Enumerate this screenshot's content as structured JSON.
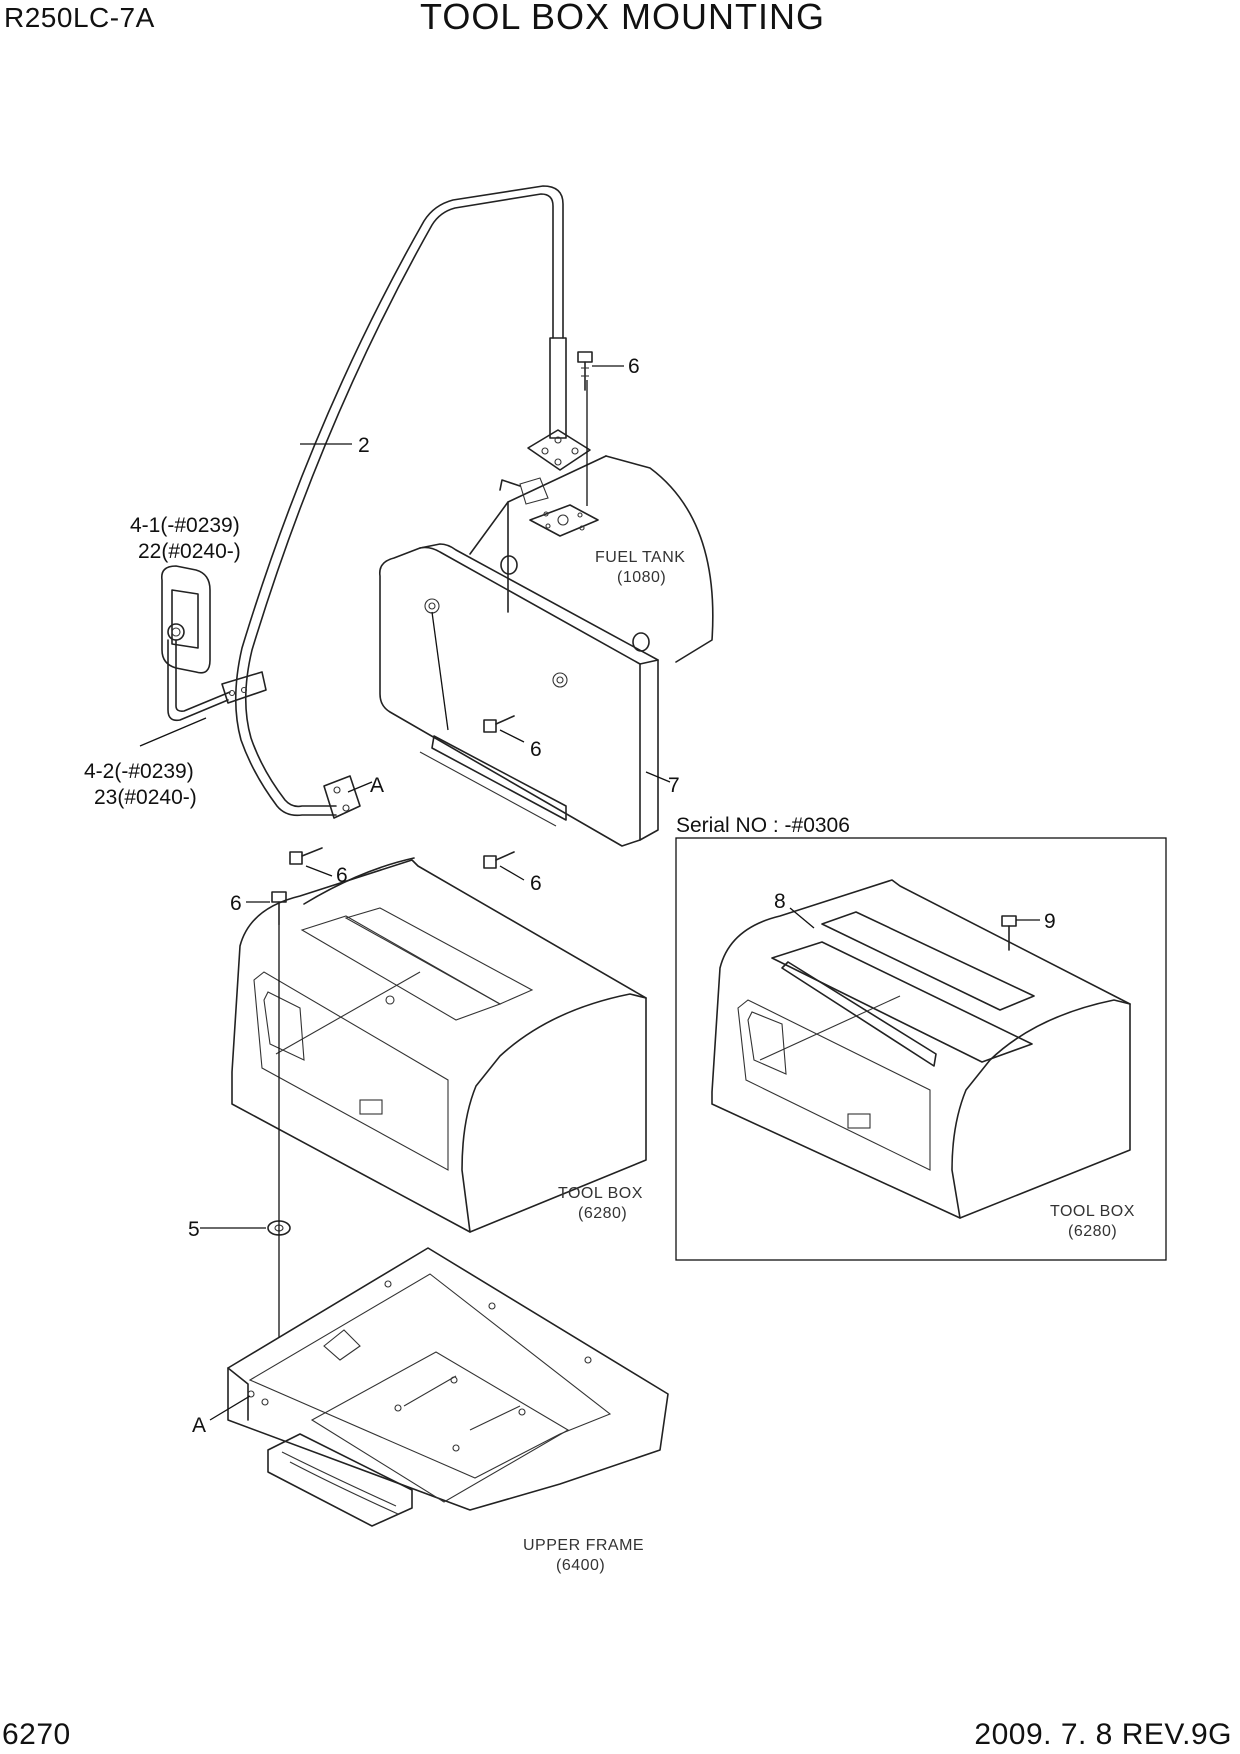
{
  "header": {
    "model": "R250LC-7A",
    "title": "TOOL BOX MOUNTING"
  },
  "footer": {
    "page_number": "6270",
    "date_revision": "2009. 7. 8  REV.9G"
  },
  "callouts": {
    "bolt_top": "6",
    "bar": "2",
    "mirror_head_line1": "4-1(-#0239)",
    "mirror_head_line2": "22(#0240-)",
    "mirror_arm_line1": "4-2(-#0239)",
    "mirror_arm_line2": "23(#0240-)",
    "detail_a_top": "A",
    "bolt_cover": "6",
    "cover": "7",
    "bolt_bracket": "6",
    "bolt_cover_lower": "6",
    "bolt_toolbox": "6",
    "washer": "5",
    "detail_a_bottom": "A",
    "plate": "8",
    "bolt_plate": "9"
  },
  "references": {
    "fuel_tank_name": "FUEL TANK",
    "fuel_tank_code": "(1080)",
    "tool_box_name": "TOOL BOX",
    "tool_box_code": "(6280)",
    "upper_frame_name": "UPPER FRAME",
    "upper_frame_code": "(6400)",
    "inset_tool_box_name": "TOOL BOX",
    "inset_tool_box_code": "(6280)"
  },
  "inset": {
    "serial_label": "Serial NO : -#0306"
  }
}
